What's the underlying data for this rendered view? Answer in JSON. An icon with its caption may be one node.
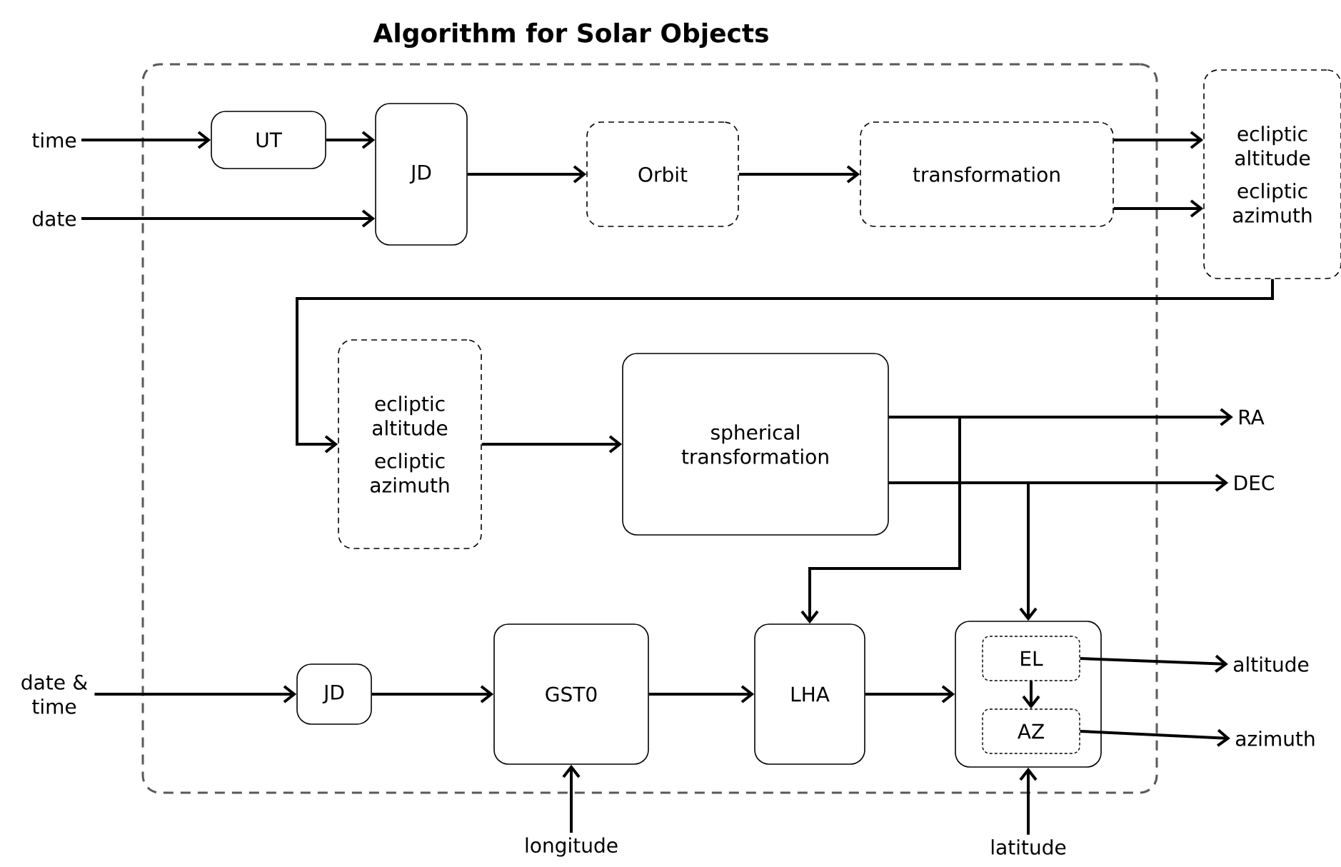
{
  "diagram": {
    "title": "Algorithm for Solar Objects",
    "nodes": [
      {
        "text": [],
        "shape": "box"
      },
      {
        "text": [
          "time"
        ]
      },
      {
        "text": [
          "date"
        ]
      },
      {
        "text": [
          "UT"
        ],
        "in": 0
      },
      {
        "text": [
          "JD"
        ],
        "in": 0
      },
      {
        "text": [
          "Orbit"
        ],
        "in": 0
      },
      {
        "text": [
          "transformation"
        ],
        "in": 0
      },
      {
        "text": [
          "ecliptic altitude",
          "ecliptic azimuth"
        ]
      },
      {
        "text": [
          "ecliptic altitude",
          "ecliptic azimuth"
        ],
        "in": 0
      },
      {
        "text": [
          "spherical transformation"
        ],
        "in": 0
      },
      {
        "text": [
          "RA"
        ]
      },
      {
        "text": [
          "DEC"
        ]
      },
      {
        "text": [
          "date & time"
        ]
      },
      {
        "text": [
          "JD"
        ],
        "in": 0
      },
      {
        "text": [
          "GST0"
        ],
        "in": 0
      },
      {
        "text": [
          "LHA"
        ],
        "in": 0
      },
      {
        "text": [],
        "shape": "box",
        "in": 0
      },
      {
        "text": [
          "EL"
        ],
        "in": 16
      },
      {
        "text": [
          "AZ"
        ],
        "in": 16
      },
      {
        "text": [
          "altitude"
        ]
      },
      {
        "text": [
          "azimuth"
        ]
      },
      {
        "text": [
          "longitude"
        ]
      },
      {
        "text": [
          "latitude"
        ]
      }
    ],
    "edges": [
      {
        "from": 1,
        "to": 3,
        "arrow": "to"
      },
      {
        "from": 3,
        "to": 4,
        "arrow": "to"
      },
      {
        "from": 2,
        "to": 4,
        "arrow": "to"
      },
      {
        "from": 4,
        "to": 5,
        "arrow": "to"
      },
      {
        "from": 5,
        "to": 6,
        "arrow": "to"
      },
      {
        "from": 6,
        "to": 7,
        "arrow": "to"
      },
      {
        "from": 6,
        "to": 7,
        "arrow": "to"
      },
      {
        "from": 7,
        "to": 8,
        "arrow": "to"
      },
      {
        "from": 8,
        "to": 9,
        "arrow": "to"
      },
      {
        "from": 9,
        "to": 10,
        "arrow": "to"
      },
      {
        "from": 9,
        "to": 11,
        "arrow": "to"
      },
      {
        "from": 9,
        "to": 15,
        "arrow": "to"
      },
      {
        "from": 9,
        "to": 16,
        "arrow": "to"
      },
      {
        "from": 12,
        "to": 13,
        "arrow": "to"
      },
      {
        "from": 13,
        "to": 14,
        "arrow": "to"
      },
      {
        "from": 14,
        "to": 15,
        "arrow": "to"
      },
      {
        "from": 15,
        "to": 16,
        "arrow": "to"
      },
      {
        "from": 17,
        "to": 18,
        "arrow": "to"
      },
      {
        "from": 17,
        "to": 19,
        "arrow": "to"
      },
      {
        "from": 18,
        "to": 20,
        "arrow": "to"
      },
      {
        "from": 21,
        "to": 14,
        "arrow": "to"
      },
      {
        "from": 22,
        "to": 16,
        "arrow": "to"
      }
    ]
  }
}
